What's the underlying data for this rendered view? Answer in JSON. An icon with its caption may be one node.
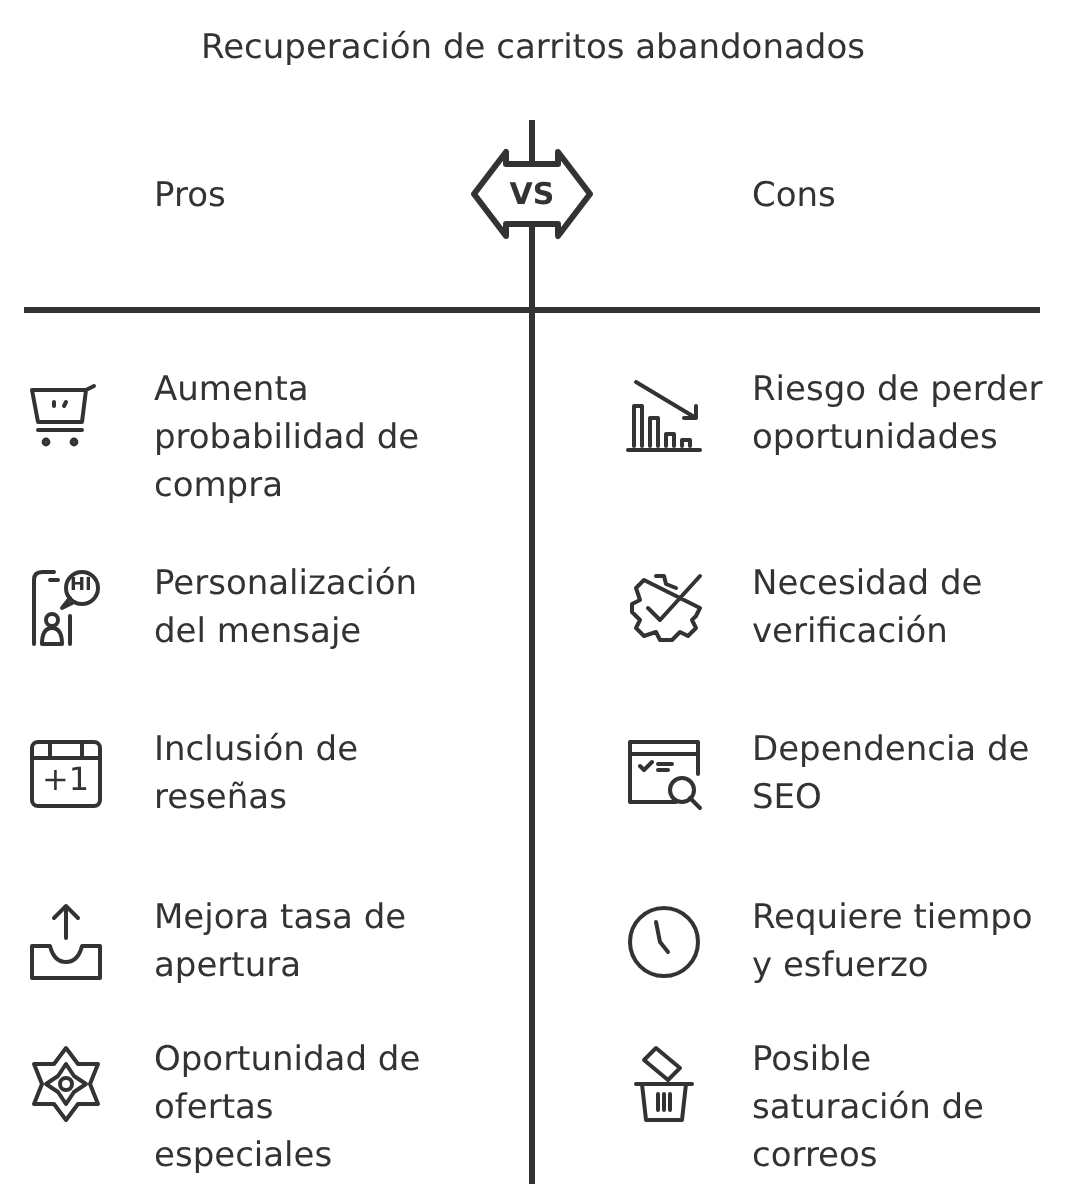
{
  "diagram": {
    "title": "Recuperación de carritos abandonados",
    "nodes": [
      {
        "text": [
          "VS"
        ]
      }
    ],
    "labels": [
      "Pros",
      "Cons",
      "Aumenta probabilidad de compra",
      "Riesgo de perder oportunidades",
      "Personalización del mensaje",
      "Necesidad de verificación",
      "Inclusión de reseñas",
      "Dependencia de SEO",
      "Mejora tasa de apertura",
      "Requiere tiempo y esfuerzo",
      "Oportunidad de ofertas especiales",
      "Posible saturación de correos",
      "HI",
      "+1"
    ]
  }
}
